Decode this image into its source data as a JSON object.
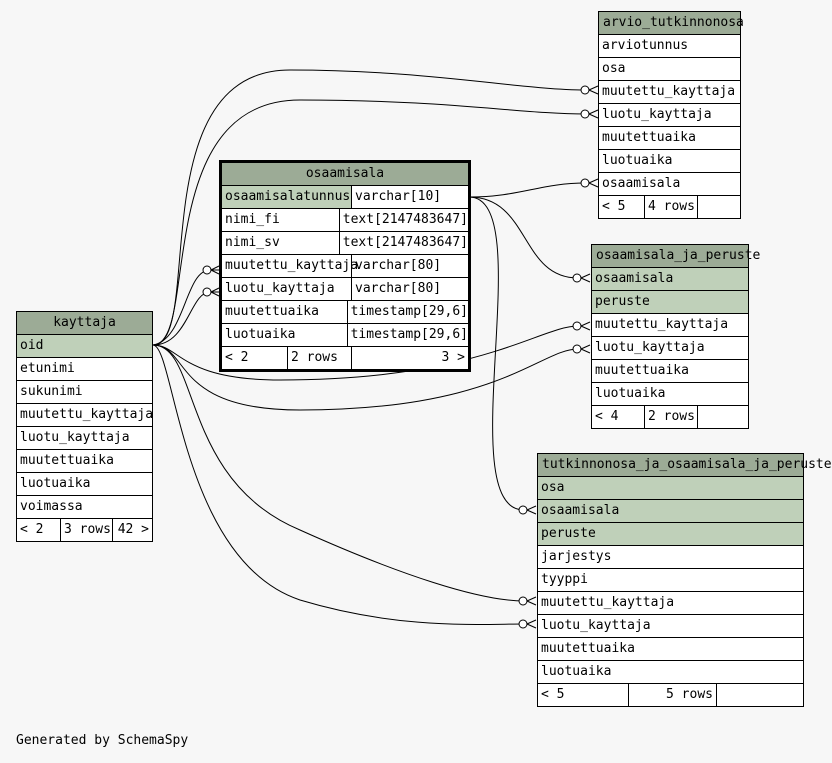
{
  "tables": {
    "kayttaja": {
      "title": "kayttaja",
      "rows": [
        "oid",
        "etunimi",
        "sukunimi",
        "muutettu_kayttaja",
        "luotu_kayttaja",
        "muutettuaika",
        "luotuaika",
        "voimassa"
      ],
      "footer": [
        "< 2",
        "3 rows",
        "42 >"
      ]
    },
    "osaamisala": {
      "title": "osaamisala",
      "rows": [
        {
          "name": "osaamisalatunnus",
          "type": "varchar[10]"
        },
        {
          "name": "nimi_fi",
          "type": "text[2147483647]"
        },
        {
          "name": "nimi_sv",
          "type": "text[2147483647]"
        },
        {
          "name": "muutettu_kayttaja",
          "type": "varchar[80]"
        },
        {
          "name": "luotu_kayttaja",
          "type": "varchar[80]"
        },
        {
          "name": "muutettuaika",
          "type": "timestamp[29,6]"
        },
        {
          "name": "luotuaika",
          "type": "timestamp[29,6]"
        }
      ],
      "footer": [
        "< 2",
        "2 rows",
        "3 >"
      ]
    },
    "arvio_tutkinnonosa": {
      "title": "arvio_tutkinnonosa",
      "rows": [
        "arviotunnus",
        "osa",
        "muutettu_kayttaja",
        "luotu_kayttaja",
        "muutettuaika",
        "luotuaika",
        "osaamisala"
      ],
      "footer": [
        "< 5",
        "4 rows"
      ]
    },
    "osaamisala_ja_peruste": {
      "title": "osaamisala_ja_peruste",
      "rows": [
        "osaamisala",
        "peruste",
        "muutettu_kayttaja",
        "luotu_kayttaja",
        "muutettuaika",
        "luotuaika"
      ],
      "footer": [
        "< 4",
        "2 rows"
      ]
    },
    "tutkinnonosa_ja_osaamisala_ja_peruste": {
      "title": "tutkinnonosa_ja_osaamisala_ja_peruste",
      "rows": [
        "osa",
        "osaamisala",
        "peruste",
        "jarjestys",
        "tyyppi",
        "muutettu_kayttaja",
        "luotu_kayttaja",
        "muutettuaika",
        "luotuaika"
      ],
      "footer": [
        "< 5",
        "5 rows"
      ]
    }
  },
  "credit": "Generated by SchemaSpy"
}
